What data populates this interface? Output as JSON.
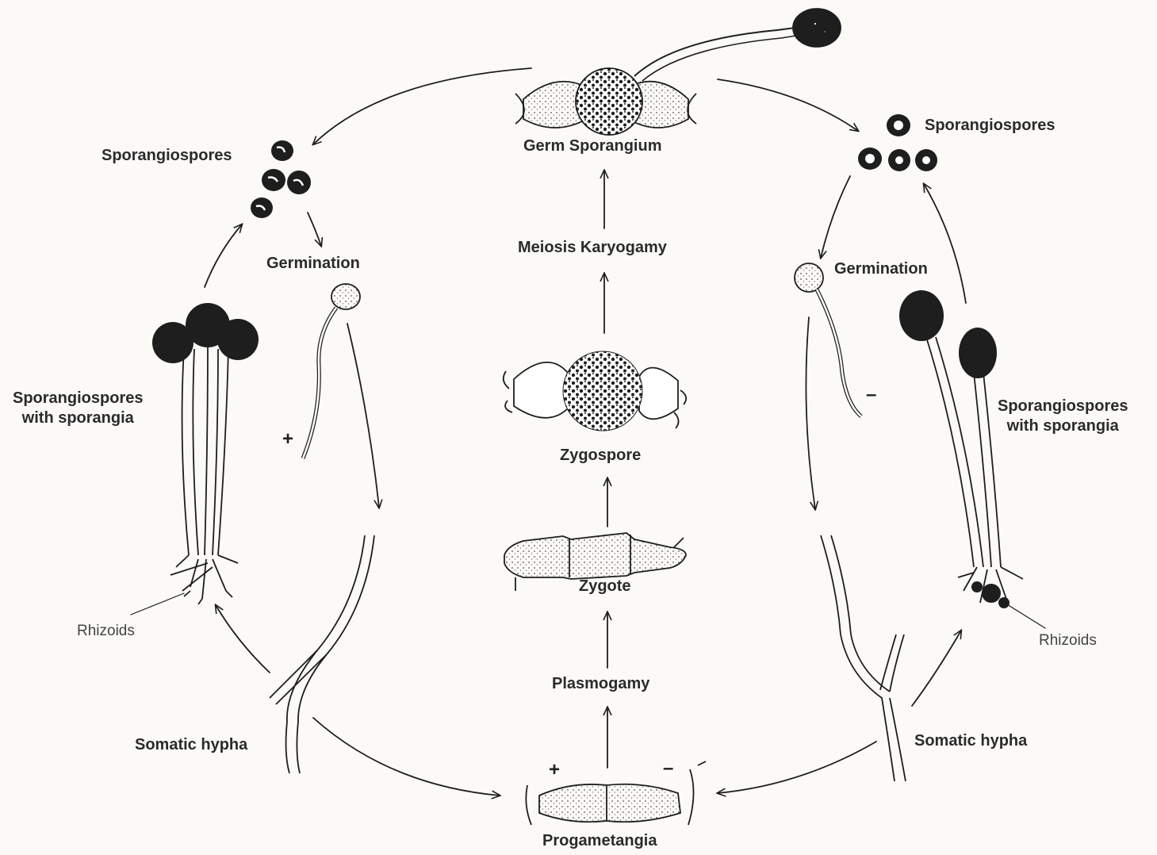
{
  "labels": {
    "germ_sporangium": "Germ Sporangium",
    "meiosis_karyogamy": "Meiosis Karyogamy",
    "zygospore": "Zygospore",
    "zygote": "Zygote",
    "plasmogamy": "Plasmogamy",
    "progametangia": "Progametangia",
    "left": {
      "sporangiospores": "Sporangiospores",
      "germination": "Germination",
      "sporangiospores_with_sporangia_line1": "Sporangiospores",
      "sporangiospores_with_sporangia_line2": "with sporangia",
      "rhizoids": "Rhizoids",
      "somatic_hypha": "Somatic hypha"
    },
    "right": {
      "sporangiospores": "Sporangiospores",
      "germination": "Germination",
      "sporangiospores_with_sporangia_line1": "Sporangiospores",
      "sporangiospores_with_sporangia_line2": "with sporangia",
      "rhizoids": "Rhizoids",
      "somatic_hypha": "Somatic hypha"
    },
    "signs": {
      "left_germ": "+",
      "right_germ": "–",
      "prog_plus": "+",
      "prog_minus": "–"
    }
  },
  "colors": {
    "ink": "#1e1e1e",
    "paper": "#fbfaf7"
  }
}
